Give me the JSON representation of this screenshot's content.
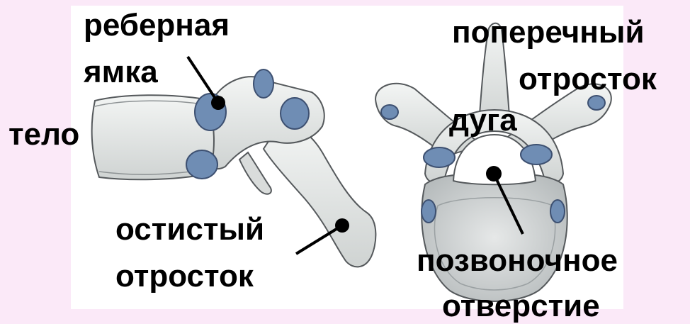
{
  "labels": {
    "rib_facet_line1": "реберная",
    "rib_facet_line2": "ямка",
    "body": "тело",
    "spinous_line1": "остистый",
    "spinous_line2": "отросток",
    "transverse_line1": "поперечный",
    "transverse_line2": "отросток",
    "arch": "дуга",
    "foramen_line1": "позвоночное",
    "foramen_line2": "отверстие"
  },
  "colors": {
    "page_background": "#fbe9f8",
    "bone_fill": "#e9ecea",
    "bone_stroke": "#55595c",
    "cartilage_blue": "#6f8db4",
    "label_text": "#000000"
  }
}
